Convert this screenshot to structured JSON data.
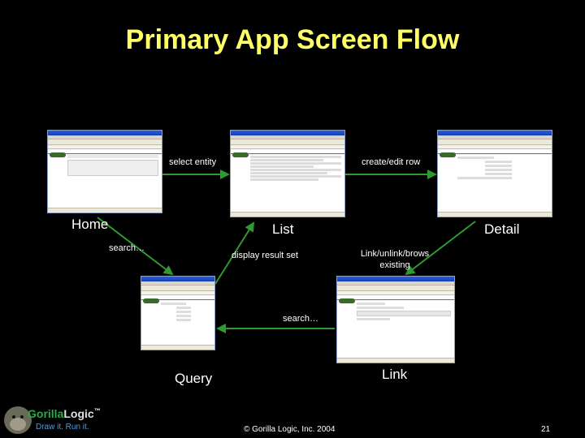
{
  "title": "Primary App Screen Flow",
  "screens": {
    "home": "Home",
    "list": "List",
    "detail": "Detail",
    "query": "Query",
    "link": "Link"
  },
  "arrows": {
    "select_entity": "select entity",
    "create_edit_row": "create/edit row",
    "search_home": "search…",
    "display_result_set": "display result set",
    "link_unlink_line1": "Link/unlink/brows",
    "link_unlink_line2": "existing",
    "search_link": "search…"
  },
  "logo": {
    "brand_part1": "Gorilla",
    "brand_part2": "Logic",
    "tagline": "Draw it. Run it."
  },
  "footer": {
    "copyright": "© Gorilla Logic, Inc. 2004",
    "page_number": "21"
  },
  "colors": {
    "title": "#ffff66",
    "arrow": "#2f9a2f",
    "background": "#000000"
  }
}
